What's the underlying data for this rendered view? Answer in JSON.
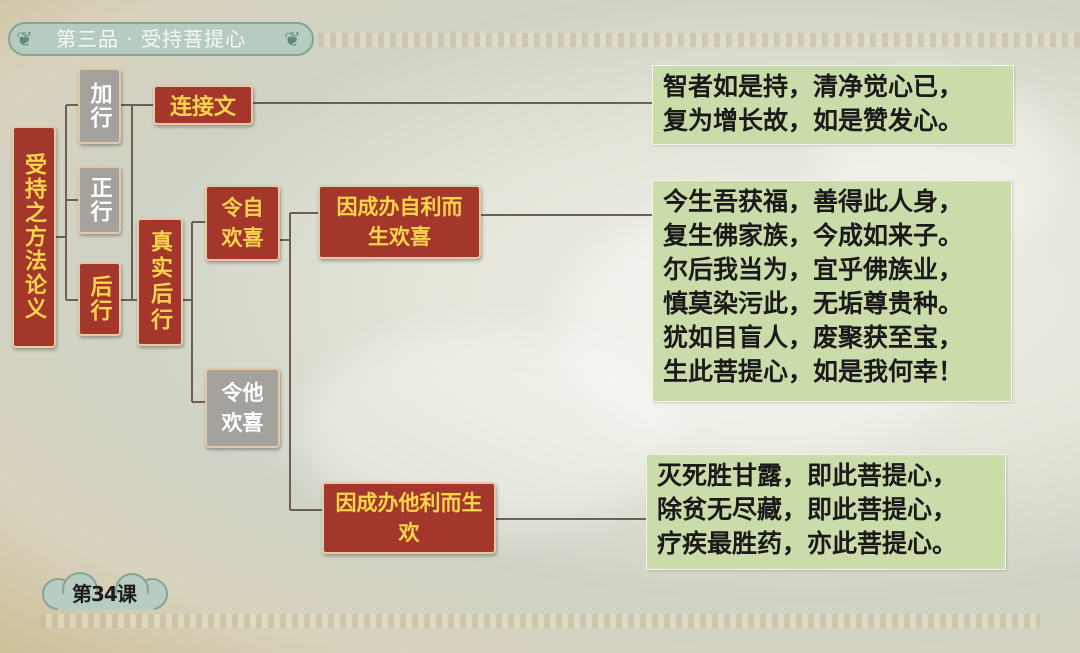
{
  "header": {
    "title": "第三品 · 受持菩提心",
    "ornament_left": "❦",
    "ornament_right": "❦"
  },
  "lesson": {
    "label": "第34课"
  },
  "diagram": {
    "root": "受持之方法论义",
    "branch_prep": "加行",
    "branch_main": "正行",
    "branch_after": "后行",
    "connecting_text": "连接文",
    "true_after": "真实后行",
    "self_joy": "令自欢喜",
    "others_joy": "令他欢喜",
    "self_benefit": "因成办自利而生欢喜",
    "others_benefit": "因成办他利而生欢"
  },
  "verses": {
    "connecting": [
      "智者如是持，清净觉心已，",
      "复为增长故，如是赞发心。"
    ],
    "self": [
      "今生吾获福，善得此人身，",
      "复生佛家族，今成如来子。",
      "尔后我当为，宜乎佛族业，",
      "慎莫染污此，无垢尊贵种。",
      "犹如目盲人，废聚获至宝，",
      "生此菩提心，如是我何幸！"
    ],
    "others": [
      "灭死胜甘露，即此菩提心，",
      "除贫无尽藏，即此菩提心，",
      "疗疾最胜药，亦此菩提心。"
    ]
  },
  "colors": {
    "red_box": "#a4372b",
    "red_text": "#f8d54c",
    "gray_box": "#a3a29d",
    "verse_bg": "#cadcaa",
    "line": "#6e5e58"
  }
}
